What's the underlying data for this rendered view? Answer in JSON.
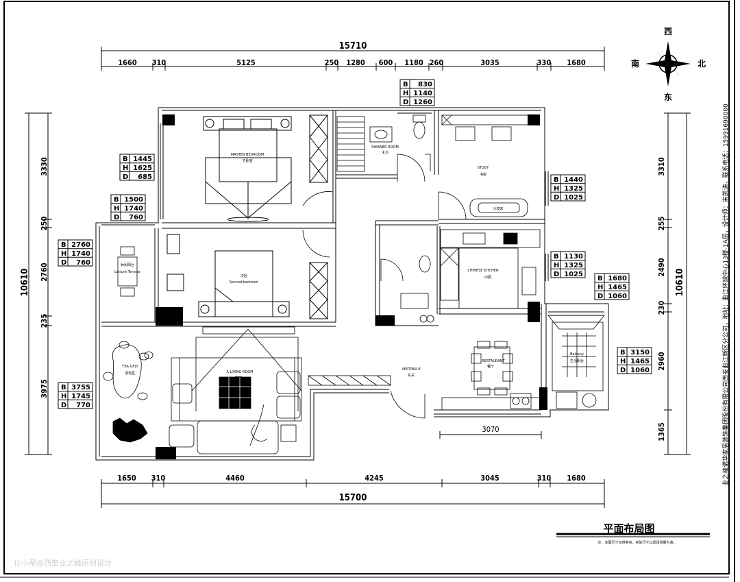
{
  "compass": {
    "top": "西",
    "left": "南",
    "right": "北",
    "bottom": "东"
  },
  "dims_top": {
    "overall": "15710",
    "segments": [
      "1660",
      "310",
      "5125",
      "250",
      "1280",
      "600",
      "1180",
      "260",
      "3035",
      "330",
      "1680"
    ]
  },
  "dims_bottom": {
    "overall": "15700",
    "segments": [
      "1650",
      "310",
      "4460",
      "4245",
      "3045",
      "310",
      "1680"
    ]
  },
  "dims_left": {
    "overall": "10610",
    "segments": [
      "3330",
      "250",
      "2760",
      "235",
      "3975"
    ]
  },
  "dims_right": {
    "overall": "10610",
    "segments": [
      "3310",
      "255",
      "2490",
      "230",
      "2960",
      "1365"
    ]
  },
  "dim_3070": "3070",
  "spec_boxes": [
    {
      "B": "1445",
      "H": "1625",
      "D": "685"
    },
    {
      "B": "1500",
      "H": "1740",
      "D": "760"
    },
    {
      "B": "2760",
      "H": "1740",
      "D": "760"
    },
    {
      "B": "3755",
      "H": "1745",
      "D": "770"
    },
    {
      "B": "830",
      "H": "1140",
      "D": "1260"
    },
    {
      "B": "1440",
      "H": "1325",
      "D": "1025"
    },
    {
      "B": "1130",
      "H": "1325",
      "D": "1025"
    },
    {
      "B": "1680",
      "H": "1465",
      "D": "1060"
    },
    {
      "B": "3150",
      "H": "1465",
      "D": "1060"
    }
  ],
  "rooms": {
    "master": {
      "en": "MASTER BEDROOM",
      "cn": "主卧室"
    },
    "shower": {
      "en": "SHOWER ROOM",
      "cn": "主卫"
    },
    "study": {
      "en": "STUDY",
      "cn": "书房"
    },
    "sofa_bed": "沙发床",
    "second": {
      "en": "Second bedroom",
      "cn": "次卧"
    },
    "leisure": {
      "en": "Leisure Terrace",
      "cn": "休闲阳台"
    },
    "chinese_kitchen": {
      "en": "CHINESE KITCHEN",
      "cn": "中厨"
    },
    "dining": {
      "en": "RESTAURANT",
      "cn": "餐厅"
    },
    "vestibule": {
      "en": "VESTIBULE",
      "cn": "玄关"
    },
    "living": {
      "en": "A LIVING ROOM",
      "cn": "客厅"
    },
    "tea": {
      "en": "TEA GELY",
      "cn": "茶吧区"
    },
    "laundry": {
      "en": "Balcony",
      "cn": "生活阳台"
    }
  },
  "title": "平面布局图",
  "note": "注：本图尺寸仅供参考，实际尺寸以现场测量为准。",
  "side_text": "业之峰诺华家居装饰集团股份有限公司西安曲江新区分公司，地址：曲江环球中心13楼-1A层，设计师：宋凯涛，联系电话：15991690000",
  "watermark": "住小帮@西安业之峰原创设计",
  "colors": {
    "ink": "#000000",
    "paper": "#ffffff",
    "watermark": "#cfcfcf"
  }
}
